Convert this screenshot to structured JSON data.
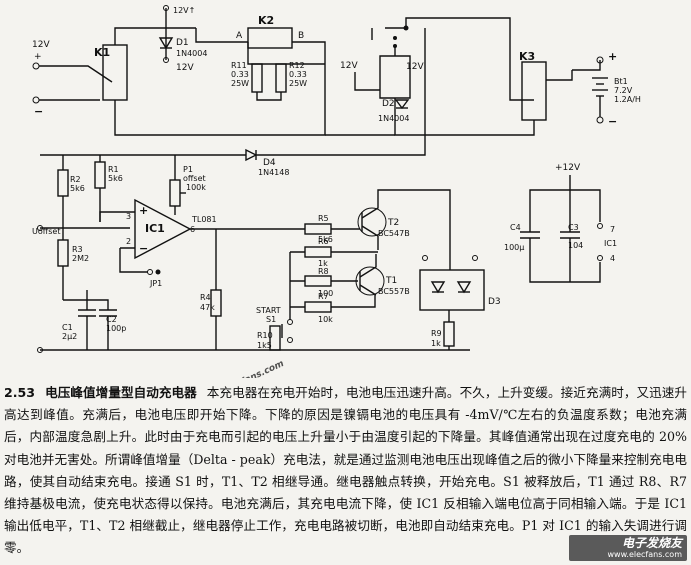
{
  "figure": {
    "number": "2.53",
    "title": "电压峰值增量型自动充电器",
    "text": "本充电器在充电开始时，电池电压迅速升高。不久，上升变缓。接近充满时，又迅速升高达到峰值。充满后，电池电压即开始下降。下降的原因是镍镉电池的电压具有 -4mV/℃左右的负温度系数；电池充满后，内部温度急剧上升。此时由于充电而引起的电压上升量小于由温度引起的下降量。其峰值通常出现在过度充电的 20% 对电池并无害处。所谓峰值增量（Delta - peak）充电法，就是通过监测电池电压出现峰值之后的微小下降量来控制充电电路，使其自动结束充电。接通 S1 时，T1、T2 相继导通。继电器触点转换，开始充电。S1 被释放后，T1 通过 R8、R7 维持基极电流，使充电状态得以保持。电池充满后，其充电电流下降，使 IC1 反相输入端电位高于同相输入端。于是 IC1 输出低电平，T1、T2 相继截止，继电器停止工作，充电电路被切断，电池即自动结束充电。P1 对 IC1 的输入失调进行调零。"
  },
  "schematic": {
    "watermark": "elecfans.com",
    "supply": {
      "v12": "12V",
      "v12a": "12V↑",
      "v12b": "12V",
      "plus": "+",
      "minus": "−",
      "v12c": "12V",
      "v12d": "12V",
      "v12e": "+12V"
    },
    "relays": {
      "k1": "K1",
      "k2": "K2",
      "k3": "K3",
      "a": "A",
      "b": "B"
    },
    "diodes": {
      "d1": "D1",
      "d1_part": "1N4004",
      "d2": "D2",
      "d2_part": "1N4004",
      "d4": "D4",
      "d4_part": "1N4148",
      "d3": "D3"
    },
    "resistors": {
      "r11": "R11",
      "r11_val": "0.33",
      "r11_w": "25W",
      "r12": "R12",
      "r12_val": "0.33",
      "r12_w": "25W",
      "r1": "R1",
      "r1_val": "5k6",
      "r2": "R2",
      "r2_val": "5k6",
      "r3": "R3",
      "r3_val": "2M2",
      "r4": "R4",
      "r4_val": "47k",
      "r5": "R5",
      "r5_val": "5k6",
      "r6": "R6",
      "r6_val": "1k",
      "r8": "R8",
      "r8_val": "100",
      "r7": "R7",
      "r7_val": "10k",
      "r10": "R10",
      "r10_val": "1k5",
      "r9": "R9",
      "r9_val": "1k"
    },
    "pot": {
      "p1": "P1",
      "p1_label": "offset",
      "p1_val": "100k"
    },
    "ic": {
      "name": "IC1",
      "part": "TL081",
      "ic1b": "IC1",
      "pin2": "2",
      "pin3": "3",
      "pin6": "6",
      "pin7": "7",
      "pin4": "4",
      "uoffset": "Uoffset",
      "jp1": "JP1"
    },
    "transistors": {
      "t2": "T2",
      "t2_part": "BC547B",
      "t1": "T1",
      "t1_part": "BC557B"
    },
    "caps": {
      "c1": "C1",
      "c1_val": "2μ2",
      "c2": "C2",
      "c2_val": "100p",
      "c3": "C3",
      "c3_val": "104",
      "c4": "C4",
      "c4_val": "100μ"
    },
    "battery": {
      "name": "Bt1",
      "v": "7.2V",
      "ah": "1.2A/H"
    },
    "switch": {
      "start": "START",
      "s1": "S1"
    }
  },
  "logo": {
    "brand": "电子发烧友",
    "url": "www.elecfans.com"
  }
}
